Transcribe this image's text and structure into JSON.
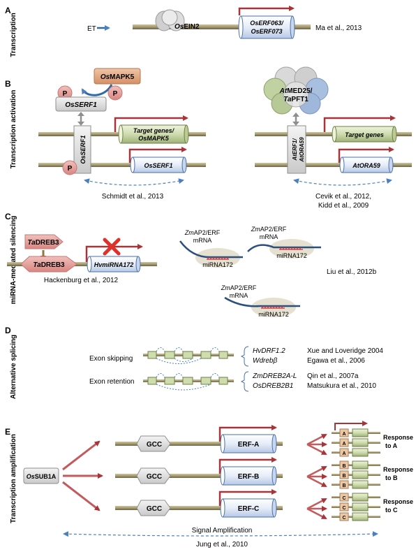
{
  "colors": {
    "dna": "#a69a70",
    "dna_dark": "#6b6246",
    "arrow_red": "#a8343a",
    "blue_arrow": "#2e6aa6",
    "cyl_blue": "#dce6f5",
    "cyl_blue_edge": "#4a6fa8",
    "cyl_green": "#cfdcae",
    "cyl_green_edge": "#6d7f45",
    "p_circle": "#e39a98",
    "mapk": "#e7b08e",
    "dreb": "#e6a8a3"
  },
  "panel_A": {
    "letter": "A",
    "label": "Transcription",
    "input": "ET",
    "protein": {
      "prefix": "Os",
      "name": "EIN2"
    },
    "gene": {
      "line1_prefix": "Os",
      "line1": "ERF063/",
      "line2_prefix": "Os",
      "line2": "ERF073"
    },
    "ref": "Ma et al., 2013"
  },
  "panel_B": {
    "letter": "B",
    "label": "Transcription activation",
    "kinase": {
      "prefix": "Os",
      "name": "MAPK5"
    },
    "serf_box": {
      "prefix": "Os",
      "name": "SERF1"
    },
    "p": "P",
    "left_vertical": {
      "prefix": "Os",
      "name": "SERF1"
    },
    "left_gene_top": {
      "line1": "Target genes/",
      "line2_prefix": "Os",
      "line2": "MAPK5"
    },
    "left_gene_bottom": {
      "prefix": "Os",
      "name": "SERF1"
    },
    "left_ref": "Schmidt et al., 2013",
    "complex": {
      "line1_prefix": "At",
      "line1": "MED25/",
      "line2_prefix": "Ta",
      "line2": "PFT1"
    },
    "right_vertical": {
      "line1_prefix": "At",
      "line1": "ERF1/",
      "line2_prefix": "At",
      "line2": "ORA59"
    },
    "right_gene_top": "Target genes",
    "right_gene_bottom": {
      "prefix": "At",
      "name": "ORA59"
    },
    "right_ref_1": "Cevik et al., 2012,",
    "right_ref_2": "Kidd et al., 2009"
  },
  "panel_C": {
    "letter": "C",
    "label": "miRNA-mediated silencing",
    "dreb_top": {
      "prefix": "Ta",
      "name": "DREB3"
    },
    "dreb_bottom": {
      "prefix": "Ta",
      "name": "DREB3"
    },
    "gene": {
      "prefix": "Hv",
      "name": "miRNA172"
    },
    "ref_left": "Hackenburg et al., 2012",
    "mrna_1": {
      "prefix": "Zm",
      "name": "AP2/ERF",
      "line2": "mRNA"
    },
    "mrna_2": {
      "prefix": "Zm",
      "name": "AP2/ERF",
      "line2": "mRNA"
    },
    "mrna_3": {
      "prefix": "Zm",
      "name": "AP2/ERF",
      "line2": "mRNA"
    },
    "mirna_1": "miRNA172",
    "mirna_2": "miRNA172",
    "mirna_3": "miRNA172",
    "ref_right": "Liu et al., 2012b"
  },
  "panel_D": {
    "letter": "D",
    "label": "Alternative splicing",
    "row1": {
      "label": "Exon skipping",
      "gene1": "HvDRF1.2",
      "gene2": "Wdrebβ",
      "ref1": "Xue and Loveridge 2004",
      "ref2": "Egawa et al., 2006"
    },
    "row2": {
      "label": "Exon retention",
      "gene1": "ZmDREB2A-L",
      "gene2": "OsDREB2B1",
      "ref1": "Qin et al., 2007a",
      "ref2": "Matsukura et al., 2010"
    }
  },
  "panel_E": {
    "letter": "E",
    "label": "Transcription amplification",
    "source": {
      "prefix": "Os",
      "name": "SUB1A"
    },
    "gcc_1": "GCC",
    "gcc_2": "GCC",
    "gcc_3": "GCC",
    "erf_1": "ERF-A",
    "erf_2": "ERF-B",
    "erf_3": "ERF-C",
    "tag_a": "A",
    "tag_b": "B",
    "tag_c": "C",
    "resp_a_1": "Response",
    "resp_a_2": "to A",
    "resp_b_1": "Response",
    "resp_b_2": "to B",
    "resp_c_1": "Response",
    "resp_c_2": "to C",
    "signal": "Signal Amplification",
    "ref": "Jung et al., 2010"
  }
}
